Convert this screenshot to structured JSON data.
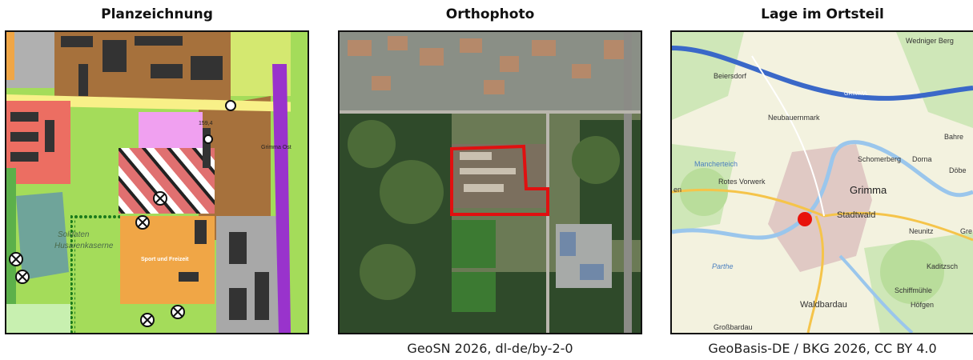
{
  "panels": [
    {
      "title": "Planzeichnung",
      "caption": "",
      "map_labels": {
        "sport": "Sport und Freizeit",
        "kaserne": "Husarenkaserne",
        "ost": "Grimma Ost",
        "kote": "159,4",
        "soldaten": "Soldaten"
      }
    },
    {
      "title": "Orthophoto",
      "caption": "GeoSN 2026, dl-de/by-2-0"
    },
    {
      "title": "Lage im Ortsteil",
      "caption": "GeoBasis-DE / BKG 2026, CC BY 4.0",
      "map_labels": {
        "wedniger": "Wedniger Berg",
        "beiersdorf": "Beiersdorf",
        "grimma_road": "GRIMMA",
        "neubauernmark": "Neubauernmark",
        "teich": "Mancherteich",
        "schomerberg": "Schomerberg",
        "dorna": "Dorna",
        "bahren": "Bahre",
        "doben": "Döbe",
        "rotes": "Rotes Vorwerk",
        "grimma": "Grimma",
        "stadtwald": "Stadtwald",
        "neunitz": "Neunitz",
        "gre": "Gre",
        "parthe": "Parthe",
        "kaditzsch": "Kaditzsch",
        "schiffmuehle": "Schiffmühle",
        "hoefgen": "Höfgen",
        "waldbardau": "Waldbardau",
        "grossbardau": "Großbardau",
        "en": "en"
      }
    }
  ],
  "colors": {
    "mixed_use": "#a6713c",
    "green_space": "#a4dc5a",
    "residential": "#ec6e62",
    "sport": "#f0a646",
    "special": "#f0a0f0",
    "rail": "#9933cc",
    "road_yellow": "#f8f088",
    "grey_area": "#a8a8a8",
    "boundary_red": "#e01010",
    "location_marker": "#e8120c",
    "motorway": "#3a68c8"
  }
}
